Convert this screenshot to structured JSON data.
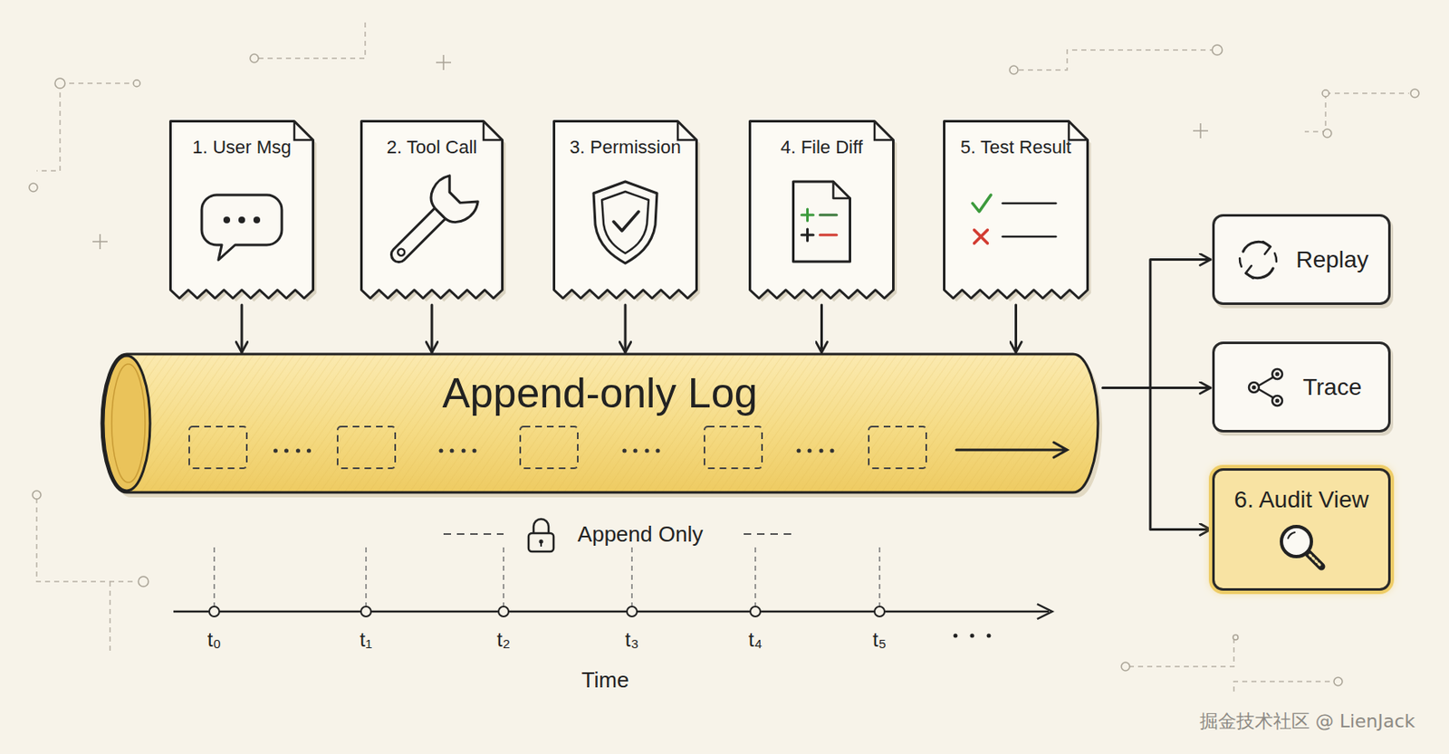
{
  "diagram": {
    "nodes": [
      {
        "text": [
          "1. User Msg"
        ]
      },
      {
        "text": [
          "2. Tool Call"
        ]
      },
      {
        "text": [
          "3. Permission"
        ]
      },
      {
        "text": [
          "4. File Diff"
        ]
      },
      {
        "text": [
          "5. Test Result"
        ]
      },
      {
        "text": [
          "Append-only Log"
        ]
      },
      {
        "text": [
          "Replay"
        ]
      },
      {
        "text": [
          "Trace"
        ]
      },
      {
        "text": [
          "6. Audit View"
        ]
      }
    ],
    "edges": [
      {
        "from": 0,
        "to": 5,
        "arrow": "to"
      },
      {
        "from": 1,
        "to": 5,
        "arrow": "to"
      },
      {
        "from": 2,
        "to": 5,
        "arrow": "to"
      },
      {
        "from": 3,
        "to": 5,
        "arrow": "to"
      },
      {
        "from": 4,
        "to": 5,
        "arrow": "to"
      },
      {
        "from": 5,
        "to": 6,
        "arrow": "to"
      },
      {
        "from": 5,
        "to": 7,
        "arrow": "to"
      },
      {
        "from": 5,
        "to": 8,
        "arrow": "to"
      }
    ],
    "labels": [
      "Append Only",
      "t₀",
      "t₁",
      "t₂",
      "t₃",
      "t₄",
      "t₅",
      "Time",
      "掘金技术社区 @ LienJack"
    ]
  }
}
